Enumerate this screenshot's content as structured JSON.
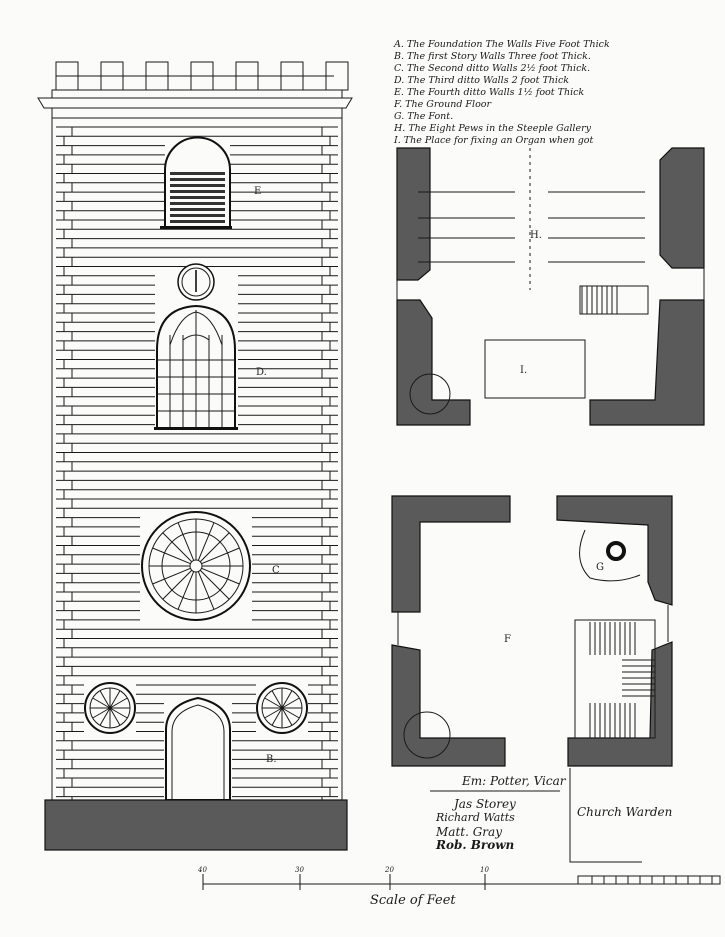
{
  "legend": [
    "A. The Foundation The Walls Five Foot Thick",
    "B. The first Story   Walls Three foot Thick.",
    "C. The Second ditto  Walls 2½ foot Thick.",
    "D. The Third ditto  Walls 2 foot Thick",
    "E. The Fourth ditto  Walls 1½ foot Thick",
    "F. The Ground Floor",
    "G. The Font.",
    "H. The Eight Pews in the Steeple Gallery",
    "I. The Place for fixing an Organ when got"
  ],
  "elevation_labels": {
    "E": "E",
    "D": "D.",
    "C": "C",
    "B": "B."
  },
  "plan_labels": {
    "H": "H.",
    "I": "I.",
    "F": "F",
    "G": "G"
  },
  "signatures": [
    "Em: Potter, Vicar",
    "Jas Storey",
    "Richard Watts",
    "Matt. Gray",
    "Rob. Brown"
  ],
  "church_warden": "Church Warden",
  "scale": {
    "ticks": [
      "40",
      "30",
      "20",
      "10"
    ],
    "label": "Scale of Feet"
  },
  "colors": {
    "ink": "#1a1a1a",
    "paper": "#fbfbfa",
    "wall_hatch": "#5a5a5a"
  }
}
